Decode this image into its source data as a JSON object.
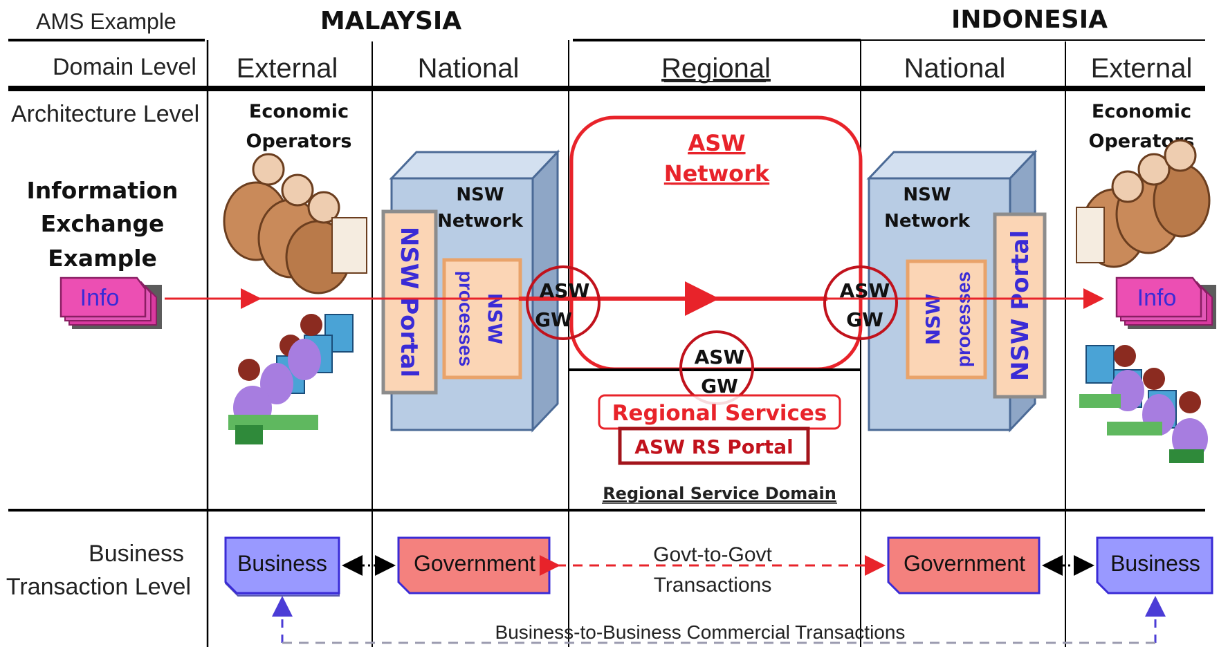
{
  "header": {
    "example_label": "AMS Example",
    "country_left": "MALAYSIA",
    "country_right": "INDONESIA",
    "domain_level": "Domain Level",
    "col_external_left": "External",
    "col_national_left": "National",
    "col_regional": "Regional",
    "col_national_right": "National",
    "col_external_right": "External"
  },
  "rows": {
    "architecture_level": "Architecture Level",
    "info_exchange": [
      "Information",
      "Exchange",
      "Example"
    ],
    "business_transaction": [
      "Business",
      "Transaction Level"
    ]
  },
  "actors": {
    "economic_operators_left": [
      "Economic",
      "Operators"
    ],
    "economic_operators_right": [
      "Economic",
      "Operators"
    ]
  },
  "info_docs": {
    "left": "Info",
    "right": "Info"
  },
  "nsw_left": {
    "network": [
      "NSW",
      "Network"
    ],
    "portal": "NSW  Portal",
    "processes": [
      "NSW",
      "processes"
    ]
  },
  "nsw_right": {
    "network": [
      "NSW",
      "Network"
    ],
    "portal": "NSW  Portal",
    "processes": [
      "NSW",
      "processes"
    ]
  },
  "asw": {
    "network": [
      "ASW",
      "Network"
    ],
    "gw_left": [
      "ASW",
      "GW"
    ],
    "gw_right": [
      "ASW",
      "GW"
    ],
    "gw_bottom": [
      "ASW",
      "GW"
    ],
    "regional_services": "Regional Services",
    "rs_portal": "ASW  RS Portal",
    "regional_service_domain": "Regional Service Domain"
  },
  "transactions": {
    "business_left": "Business",
    "government_left": "Government",
    "government_right": "Government",
    "business_right": "Business",
    "g2g": [
      "Govt-to-Govt",
      "Transactions"
    ],
    "b2b": "Business-to-Business Commercial Transactions"
  },
  "colors": {
    "red": "#e8232a",
    "dark_red": "#b0141c",
    "nsw_box": "#b8cce4",
    "nsw_box_side": "#8ea6c6",
    "orange_fill": "#fbd5b5",
    "orange_stroke": "#e9a36a",
    "pink": "#ec4fb3",
    "business": "#9999ff",
    "government": "#f4817e",
    "purple_text": "#3a2bd6"
  }
}
